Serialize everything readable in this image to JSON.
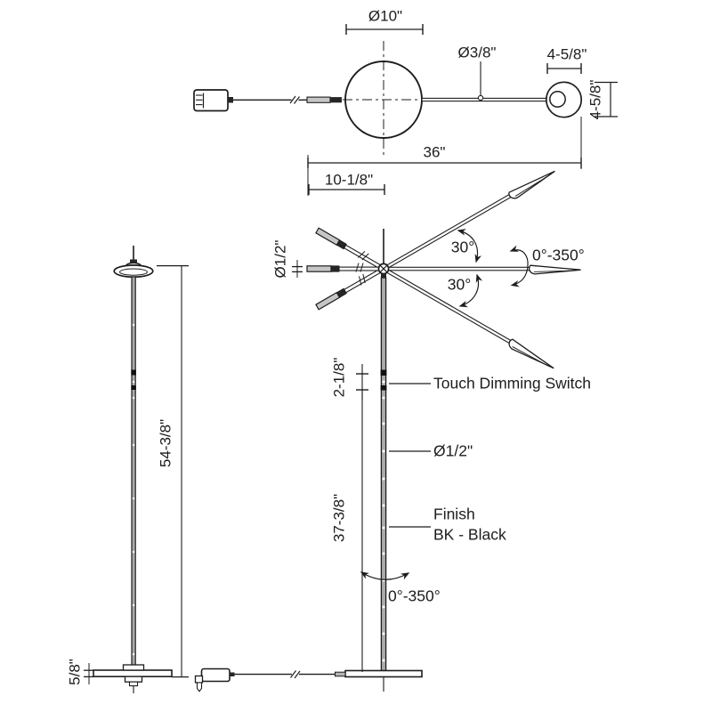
{
  "drawing_title": "Floor lamp dimension drawing",
  "colors": {
    "line": "#1d1d1d",
    "background": "#ffffff",
    "pole_fill": "#ababab",
    "cap_fill": "#c6c6c6"
  },
  "top_view": {
    "shade_dia": "Ø10\"",
    "rod_dia": "Ø3/8\"",
    "head_width": "4-5/8\"",
    "head_height": "4-5/8\"",
    "overall_length": "36\"",
    "back_length": "10-1/8\""
  },
  "front_view": {
    "arm_dia": "Ø1/2\"",
    "tilt_up": "30°",
    "tilt_down": "30°",
    "head_rotation": "0°-350°",
    "switch_segment": "2-1/8\"",
    "switch_annotation": "Touch Dimming Switch",
    "pole_dia": "Ø1/2\"",
    "finish_line1": "Finish",
    "finish_line2": "BK - Black",
    "lower_segment": "37-3/8\"",
    "pole_rotation": "0°-350°"
  },
  "side_view": {
    "overall_height": "54-3/8\"",
    "base_height": "5/8\""
  }
}
